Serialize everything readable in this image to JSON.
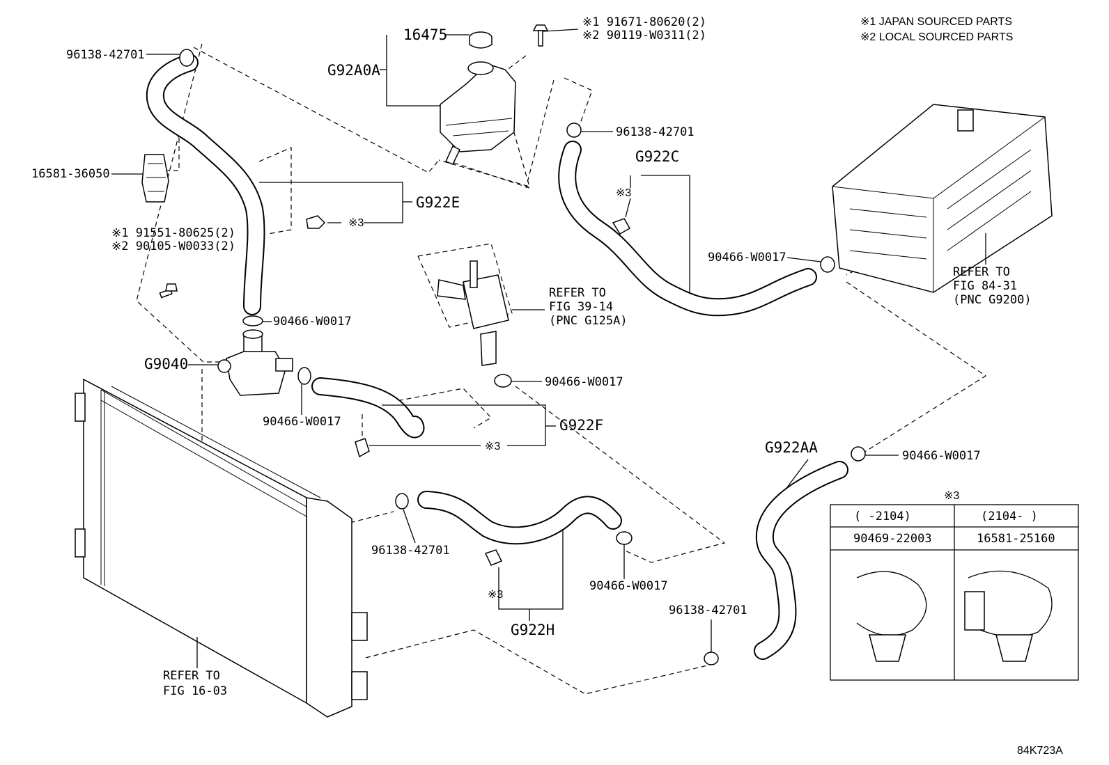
{
  "legend": {
    "line1": "※1 JAPAN SOURCED PARTS",
    "line2": "※2 LOCAL SOURCED PARTS"
  },
  "labels": {
    "clamp_top_left": "96138-42701",
    "cap": "16475",
    "reservoir": "G92A0A",
    "bolt_top_1": "※1 91671-80620(2)",
    "bolt_top_2": "※2 90119-W0311(2)",
    "bracket": "16581-36050",
    "hose_e": "G922E",
    "note3_e": "※3",
    "bolt_left_1": "※1 91551-80625(2)",
    "bolt_left_2": "※2 90105-W0033(2)",
    "clamp_pump_top": "90466-W0017",
    "pump": "G9040",
    "clamp_pump_right": "90466-W0017",
    "hose_f": "G922F",
    "note3_f": "※3",
    "cooler_ref_1": "REFER TO",
    "cooler_ref_2": "FIG 39-14",
    "cooler_ref_3": "(PNC G125A)",
    "clamp_cooler": "90466-W0017",
    "clamp_c_top": "96138-42701",
    "hose_c": "G922C",
    "note3_c": "※3",
    "clamp_inverter": "90466-W0017",
    "inverter_ref_1": "REFER TO",
    "inverter_ref_2": "FIG 84-31",
    "inverter_ref_3": "(PNC G9200)",
    "hose_aa": "G922AA",
    "clamp_aa": "90466-W0017",
    "clamp_h_left": "96138-42701",
    "note3_h": "※3",
    "hose_h": "G922H",
    "clamp_h_right": "90466-W0017",
    "clamp_bottom": "96138-42701",
    "radiator_ref_1": "REFER TO",
    "radiator_ref_2": "FIG 16-03",
    "note3_table": "※3",
    "figure_code": "84K723A"
  },
  "clip_table": {
    "col1_range": "(     -2104)",
    "col2_range": "(2104-      )",
    "col1_part": "90469-22003",
    "col2_part": "16581-25160"
  }
}
